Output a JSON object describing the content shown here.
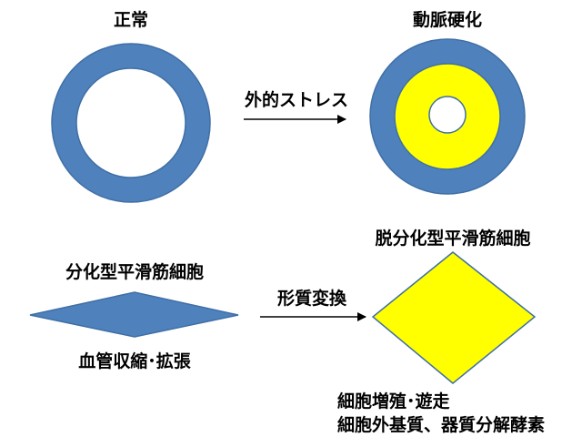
{
  "labels": {
    "normal": "正常",
    "arteriosclerosis": "動脈硬化",
    "external_stress": "外的ストレス",
    "differentiated_smc": "分化型平滑筋細胞",
    "dedifferentiated_smc": "脱分化型平滑筋細胞",
    "phenotypic_change": "形質変換",
    "contraction": "血管収縮･拡張",
    "proliferation": "細胞増殖･遊走",
    "matrix": "細胞外基質、器質分解酵素"
  },
  "colors": {
    "vessel_wall": "#4f81bd",
    "plaque": "#ffff00",
    "lumen": "#ffffff",
    "arrow": "#000000"
  }
}
